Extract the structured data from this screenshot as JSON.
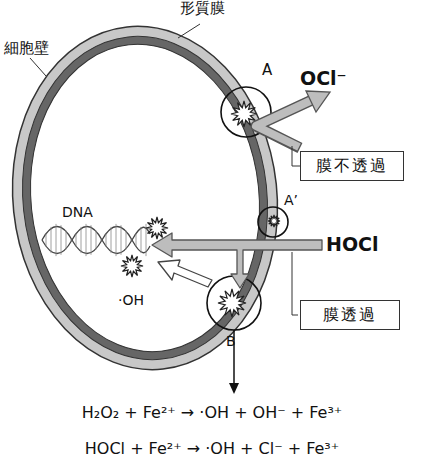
{
  "diagram": {
    "nodes": [
      {
        "text": [
          "膜不透過"
        ]
      },
      {
        "text": [
          "膜透過"
        ]
      }
    ],
    "labels": [
      "形質膜",
      "細胞壁",
      "A",
      "OCl⁻",
      "A’",
      "HOCl",
      "DNA",
      "·OH",
      "B",
      "H₂O₂ + Fe²⁺ → ·OH + OH⁻ + Fe³⁺",
      "HOCl + Fe²⁺ → ·OH + Cl⁻ + Fe³⁺"
    ]
  }
}
